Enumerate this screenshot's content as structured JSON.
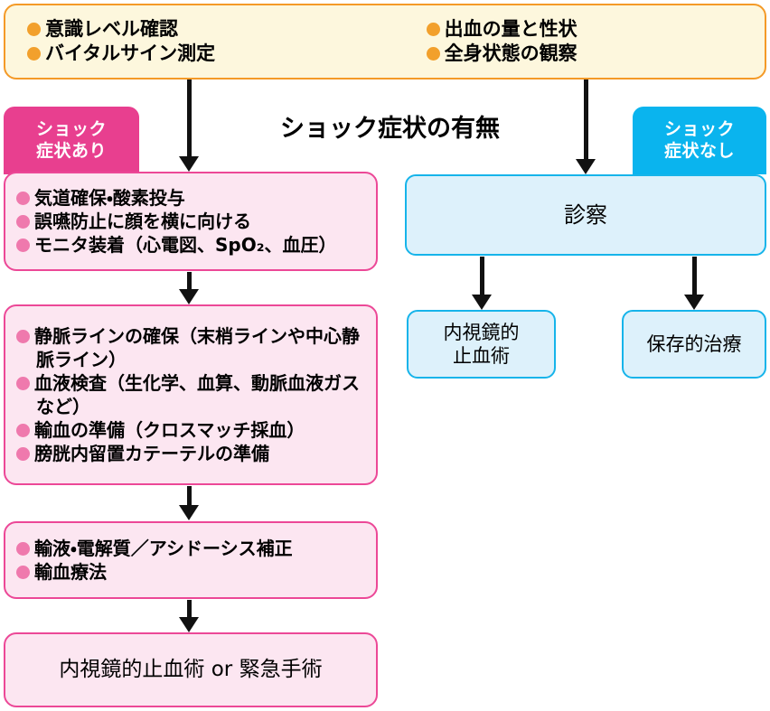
{
  "diagram": {
    "title": "ショック症状の有無",
    "colors": {
      "orange_border": "#f49a27",
      "orange_fill": "#fdf7dd",
      "orange_bullet": "#f2a02c",
      "pink_border": "#ec4897",
      "pink_fill": "#fce6f1",
      "pink_bullet": "#ef79ad",
      "pink_tab": "#e83f8f",
      "blue_border": "#16b4ea",
      "blue_fill": "#ddf1fb",
      "blue_tab": "#0ab4ee",
      "arrow": "#111111"
    }
  },
  "assessment_box": {
    "left_column": [
      "意識レベル確認",
      "バイタルサイン測定"
    ],
    "right_column": [
      "出血の量と性状",
      "全身状態の観察"
    ]
  },
  "shock_yes": {
    "tab_line1": "ショック",
    "tab_line2": "症状あり",
    "step1": [
      "気道確保・酸素投与",
      "誤嚥防止に顔を横に向ける",
      "モニタ装着（心電図、SpO₂、血圧）"
    ],
    "step2": [
      "静脈ラインの確保（末梢ラインや中心静脈ライン）",
      "血液検査（生化学、血算、動脈血液ガスなど）",
      "輸血の準備（クロスマッチ採血）",
      "膀胱内留置カテーテルの準備"
    ],
    "step3": [
      "輸液・電解質／アシドーシス補正",
      "輸血療法"
    ],
    "step4": "内視鏡的止血術 or 緊急手術"
  },
  "shock_no": {
    "tab_line1": "ショック",
    "tab_line2": "症状なし",
    "examination": "診察",
    "outcome_left_line1": "内視鏡的",
    "outcome_left_line2": "止血術",
    "outcome_right": "保存的治療"
  }
}
